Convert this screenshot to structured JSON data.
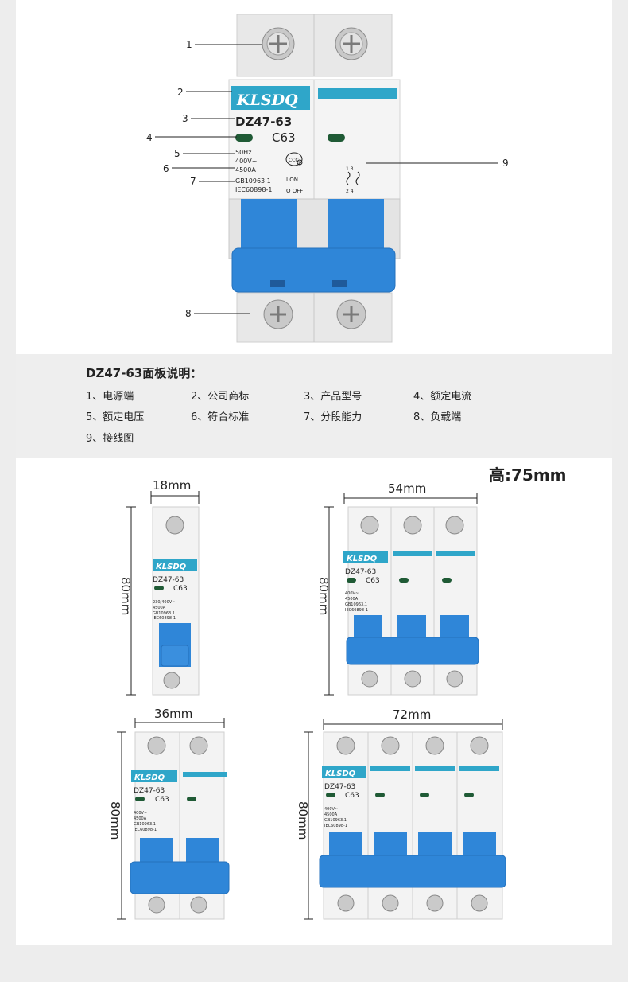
{
  "callouts": [
    "1",
    "2",
    "3",
    "4",
    "5",
    "6",
    "7",
    "8",
    "9"
  ],
  "device": {
    "brand": "KLSDQ",
    "model": "DZ47-63",
    "rating": "C63",
    "freq": "50Hz",
    "voltage": "400V~",
    "voltage_single": "230/400V~",
    "breaking": "4500A",
    "std1": "GB10963.1",
    "std2": "IEC60898-1",
    "on": "I ON",
    "off": "O OFF",
    "cert": "CCC",
    "cert_mark": "S",
    "wiring_top": "1 3",
    "wiring_bottom": "2 4"
  },
  "legend": {
    "title": "DZ47-63面板说明：",
    "items": [
      "1、电源端",
      "2、公司商标",
      "3、产品型号",
      "4、额定电流",
      "5、额定电压",
      "6、符合标准",
      "7、分段能力",
      "8、负载端",
      "9、接线图"
    ]
  },
  "dimensions": {
    "height": "高:75mm",
    "w1": "18mm",
    "w2": "54mm",
    "w3": "36mm",
    "w4": "72mm",
    "h": "80mm"
  },
  "colors": {
    "blue": "#2f86d8",
    "teal": "#2fa6c9",
    "green": "#1f5a35"
  }
}
